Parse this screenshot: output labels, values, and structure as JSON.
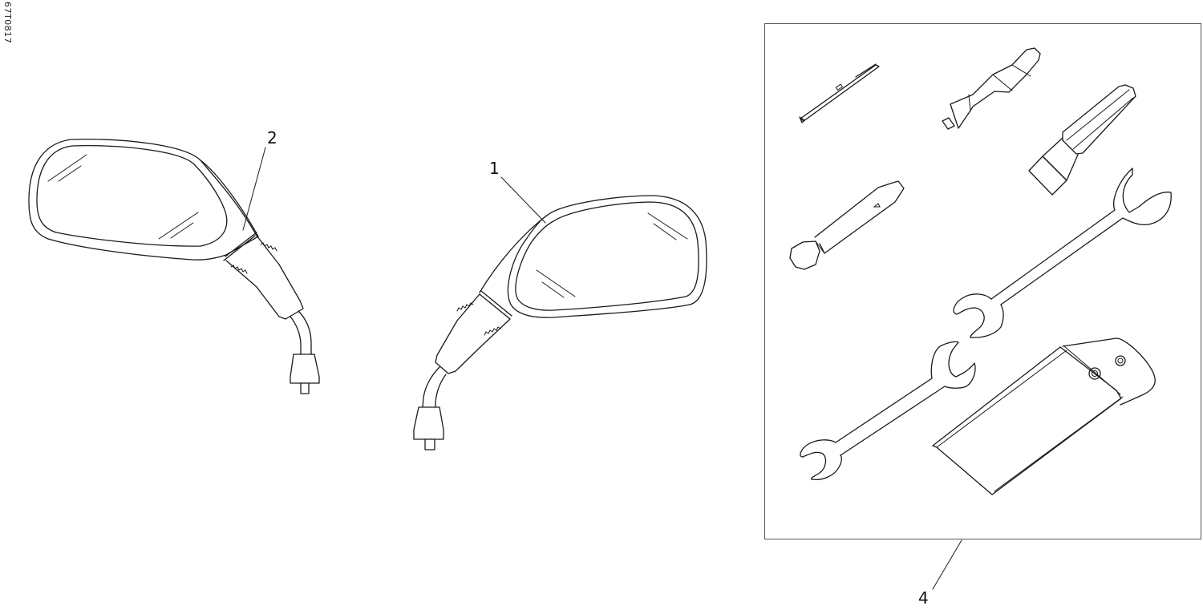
{
  "drawing": {
    "reference_code": "67T0817",
    "line_color": "#1a1a1a",
    "background": "#ffffff"
  },
  "callouts": [
    {
      "id": "1",
      "label": "1",
      "part": "right-mirror"
    },
    {
      "id": "2",
      "label": "2",
      "part": "left-mirror"
    },
    {
      "id": "4",
      "label": "4",
      "part": "tool-kit"
    }
  ],
  "parts": {
    "left_mirror": {
      "callout": "2"
    },
    "right_mirror": {
      "callout": "1"
    },
    "tool_kit": {
      "callout": "4",
      "items": [
        "screwdriver-bit",
        "spark-plug-socket-extension",
        "screwdriver-handle",
        "box-wrench",
        "open-end-wrench-large",
        "open-end-wrench-small",
        "tool-pouch"
      ]
    }
  }
}
